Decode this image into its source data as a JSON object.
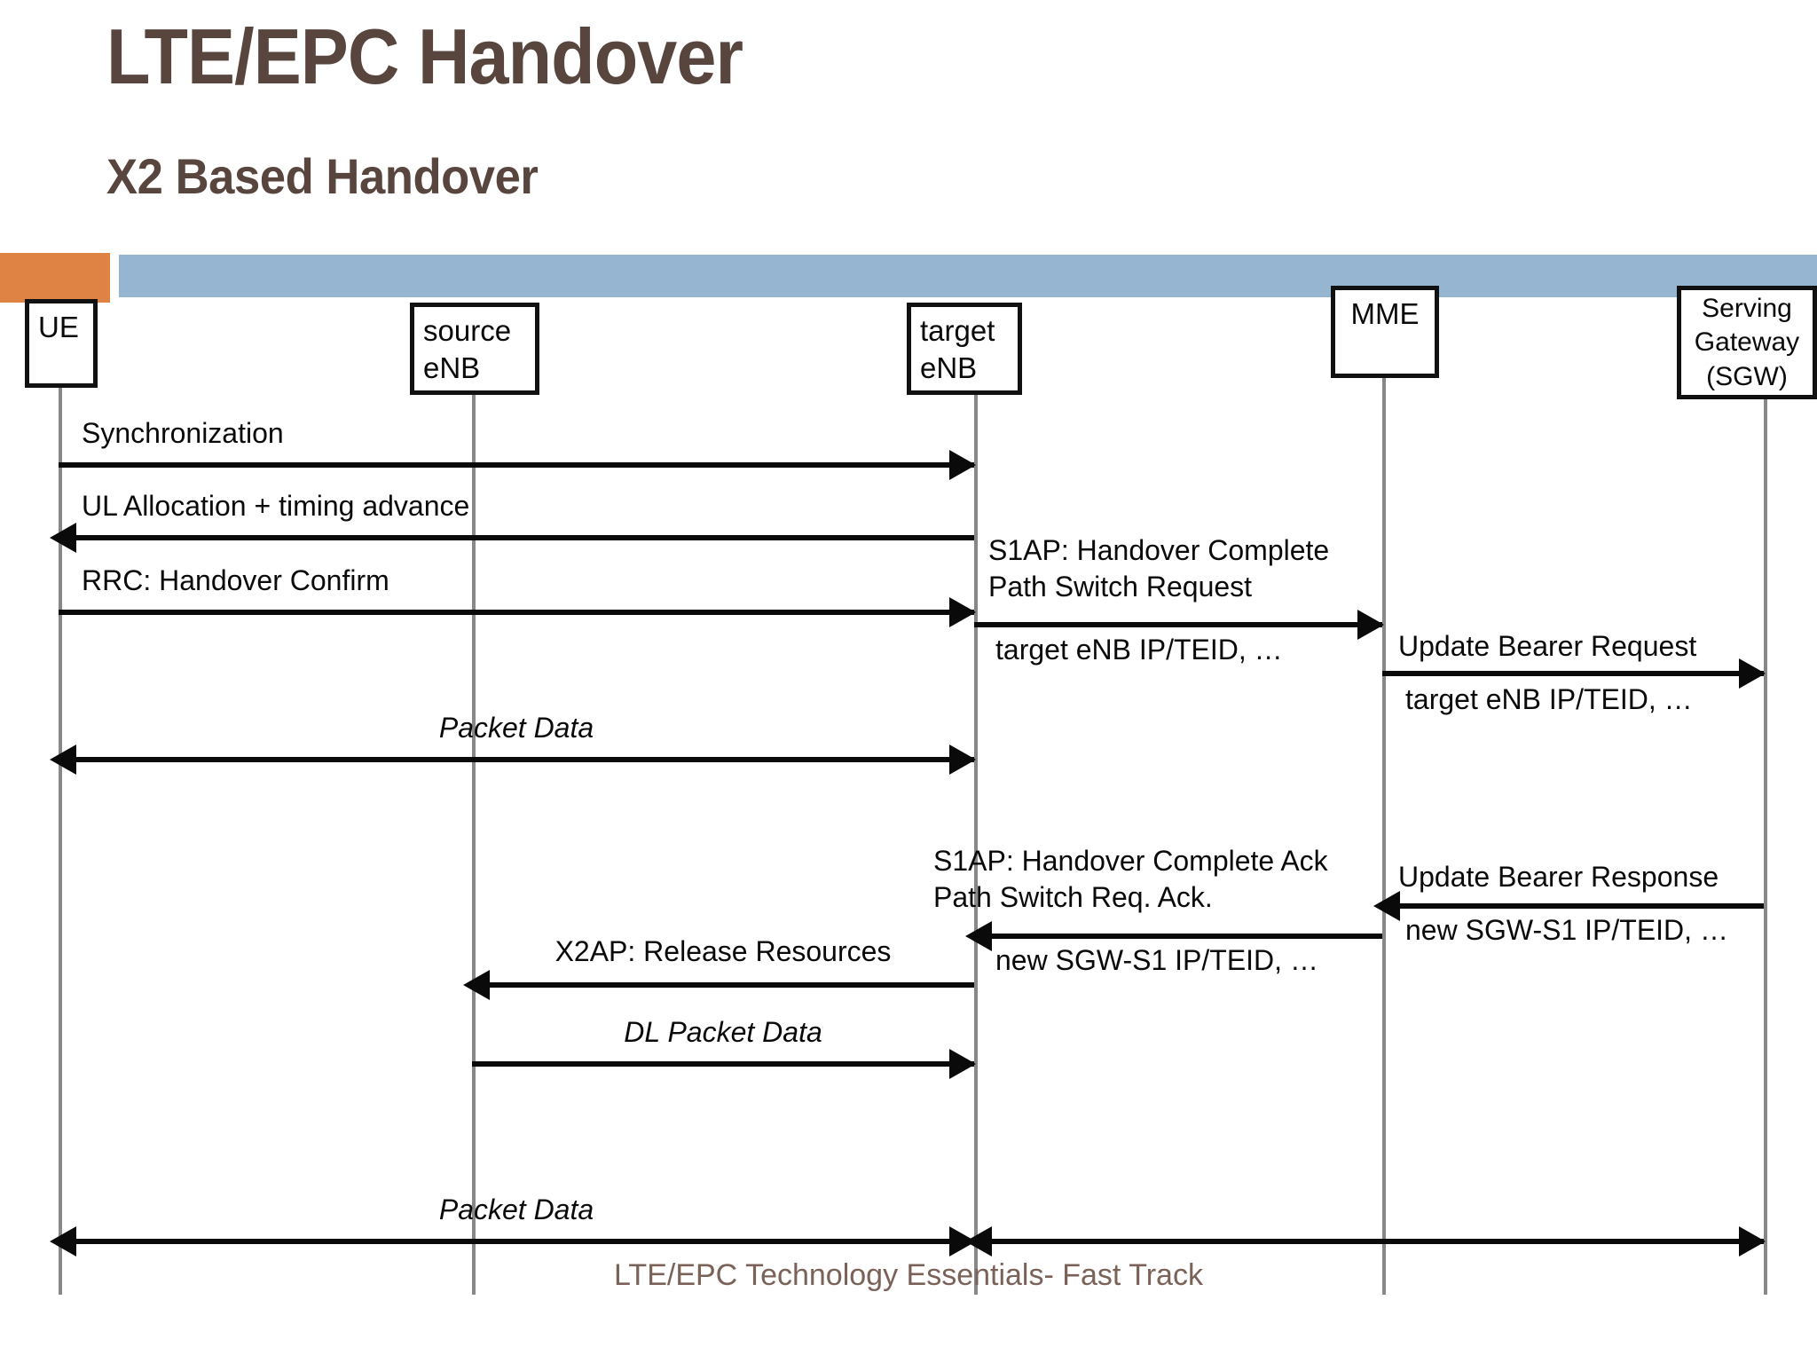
{
  "slide": {
    "title": "LTE/EPC Handover",
    "subtitle": "X2 Based Handover",
    "footer": "LTE/EPC Technology Essentials- Fast Track",
    "accent_orange": "#DE8344",
    "accent_blue": "#96B5D0",
    "title_color": "#57453E",
    "footer_color": "#7A6258"
  },
  "nodes": [
    {
      "id": "ue",
      "lines": [
        "UE"
      ]
    },
    {
      "id": "senb",
      "lines": [
        "source",
        "eNB"
      ]
    },
    {
      "id": "tenb",
      "lines": [
        "target",
        "eNB"
      ]
    },
    {
      "id": "mme",
      "lines": [
        "MME"
      ]
    },
    {
      "id": "sgw",
      "lines": [
        "Serving",
        "Gateway",
        "(SGW)"
      ]
    }
  ],
  "messages": [
    {
      "id": "sync",
      "from": "ue",
      "to": "tenb",
      "direction": "right",
      "label_above": "Synchronization",
      "label_below": "",
      "style": "plain"
    },
    {
      "id": "ul-alloc",
      "from": "tenb",
      "to": "ue",
      "direction": "left",
      "label_above": "UL Allocation + timing advance",
      "label_below": "",
      "style": "plain"
    },
    {
      "id": "rrc-ho-confirm",
      "from": "ue",
      "to": "tenb",
      "direction": "right",
      "label_above": "RRC: Handover Confirm",
      "label_below": "",
      "style": "plain"
    },
    {
      "id": "s1ap-ho-complete",
      "from": "tenb",
      "to": "mme",
      "direction": "right",
      "label_above_line1": "S1AP: Handover Complete",
      "label_above_line2": "Path Switch Request",
      "label_below": "target eNB IP/TEID, …",
      "style": "plain"
    },
    {
      "id": "update-bearer-request",
      "from": "mme",
      "to": "sgw",
      "direction": "right",
      "label_above": "Update Bearer Request",
      "label_below": "target eNB IP/TEID, …",
      "style": "plain"
    },
    {
      "id": "packet-data-upper",
      "from": "ue",
      "to": "tenb",
      "direction": "both",
      "label_above": "Packet Data",
      "label_below": "",
      "style": "italic"
    },
    {
      "id": "s1ap-ho-complete-ack",
      "from": "mme",
      "to": "tenb",
      "direction": "left",
      "label_above_line1": "S1AP: Handover Complete Ack",
      "label_above_line2": "Path Switch Req. Ack.",
      "label_below": "new SGW-S1 IP/TEID, …",
      "style": "plain"
    },
    {
      "id": "update-bearer-response",
      "from": "sgw",
      "to": "mme",
      "direction": "left",
      "label_above": "Update Bearer Response",
      "label_below": "new SGW-S1 IP/TEID, …",
      "style": "plain"
    },
    {
      "id": "x2ap-release-resources",
      "from": "tenb",
      "to": "senb",
      "direction": "left",
      "label_above": "X2AP: Release Resources",
      "label_below": "",
      "style": "plain"
    },
    {
      "id": "dl-packet-data",
      "from": "senb",
      "to": "tenb",
      "direction": "right",
      "label_above": "DL Packet Data",
      "label_below": "",
      "style": "italic"
    },
    {
      "id": "packet-data-lower",
      "from": "ue",
      "to": "sgw",
      "direction": "both",
      "label_above": "Packet Data",
      "label_below": "",
      "style": "italic"
    }
  ]
}
